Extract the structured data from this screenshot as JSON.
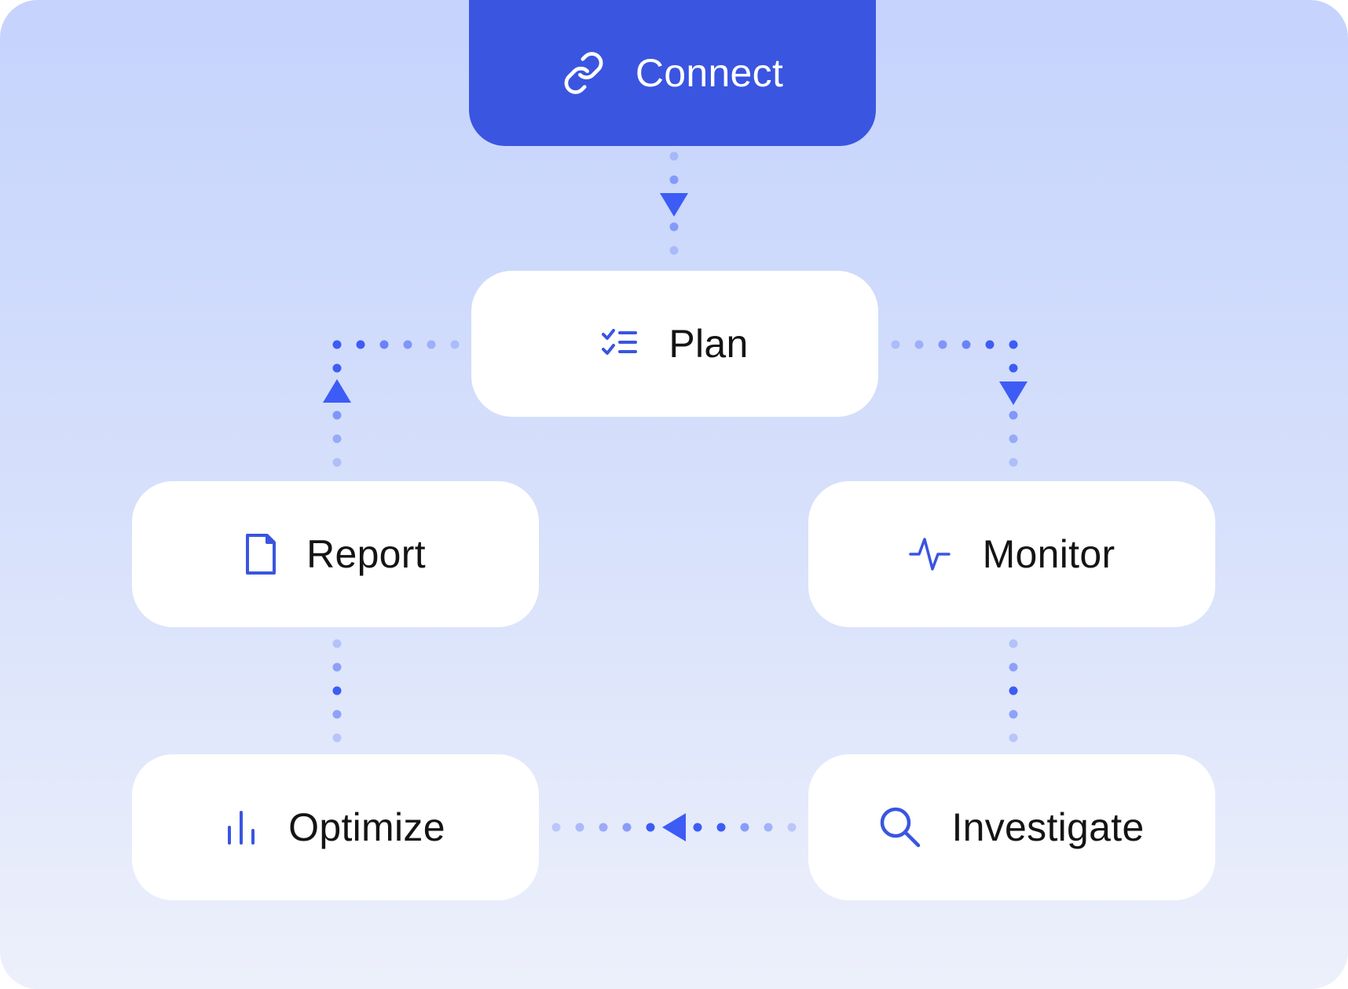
{
  "steps": {
    "connect": {
      "label": "Connect",
      "icon": "link-icon"
    },
    "plan": {
      "label": "Plan",
      "icon": "checklist-icon"
    },
    "report": {
      "label": "Report",
      "icon": "document-icon"
    },
    "monitor": {
      "label": "Monitor",
      "icon": "pulse-icon"
    },
    "optimize": {
      "label": "Optimize",
      "icon": "bar-chart-icon"
    },
    "investigate": {
      "label": "Investigate",
      "icon": "search-icon"
    }
  },
  "colors": {
    "accent": "#3a55e0",
    "arrow": "#3d5cf5",
    "background_top": "#c5d3fd",
    "background_bottom": "#edf0fb",
    "card": "#ffffff",
    "text": "#141414"
  }
}
